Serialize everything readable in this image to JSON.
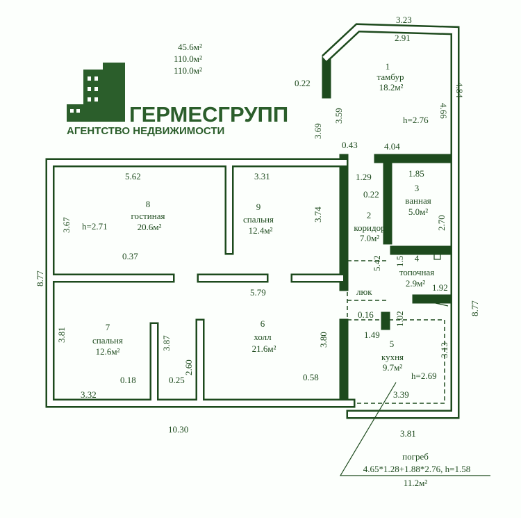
{
  "areas_header": {
    "living": "45.6м²",
    "total": "110.0м²",
    "overall": "110.0м²"
  },
  "logo": {
    "name": "ГЕРМЕСГРУПП",
    "tagline": "АГЕНТСТВО НЕДВИЖИМОСТИ",
    "color": "#2b5e2b"
  },
  "rooms": {
    "r1": {
      "num": "1",
      "name": "тамбур",
      "area": "18.2м²",
      "height": "h=2.76"
    },
    "r2": {
      "num": "2",
      "name": "коридор",
      "area": "7.0м²"
    },
    "r3": {
      "num": "3",
      "name": "ванная",
      "area": "5.0м²"
    },
    "r4": {
      "num": "4",
      "name": "топочная",
      "area": "2.9м²"
    },
    "r5": {
      "num": "5",
      "name": "кухня",
      "area": "9.7м²",
      "height": "h=2.69"
    },
    "r6": {
      "num": "6",
      "name": "холл",
      "area": "21.6м²"
    },
    "r7": {
      "num": "7",
      "name": "спальня",
      "area": "12.6м²"
    },
    "r8": {
      "num": "8",
      "name": "гостиная",
      "area": "20.6м²",
      "height": "h=2.71"
    },
    "r9": {
      "num": "9",
      "name": "спальня",
      "area": "12.4м²"
    }
  },
  "hatch": "люк",
  "dimensions": {
    "d323": "3.23",
    "d291": "2.91",
    "d466": "4.66",
    "d484": "4.84",
    "d022a": "0.22",
    "d359": "3.59",
    "d369": "3.69",
    "d043": "0.43",
    "d404": "4.04",
    "d562": "5.62",
    "d331": "3.31",
    "d129": "1.29",
    "d185": "1.85",
    "d022b": "0.22",
    "d367": "3.67",
    "d374": "3.74",
    "d270": "2.70",
    "d877l": "8.77",
    "d037": "0.37",
    "d542": "5.42",
    "d151": "1.51",
    "d192": "1.92",
    "d579": "5.79",
    "d877r": "8.77",
    "d016": "0.16",
    "d102": "1.02",
    "d149": "1.49",
    "d381l": "3.81",
    "d387": "3.87",
    "d380": "3.80",
    "d313": "3.13",
    "d260": "2.60",
    "d018": "0.18",
    "d025": "0.25",
    "d058": "0.58",
    "d332": "3.32",
    "d339": "3.39",
    "d1030": "10.30",
    "d381b": "3.81"
  },
  "cellar": {
    "name": "погреб",
    "formula": "4.65*1.28+1.88*2.76, h=1.58",
    "area": "11.2м²"
  }
}
